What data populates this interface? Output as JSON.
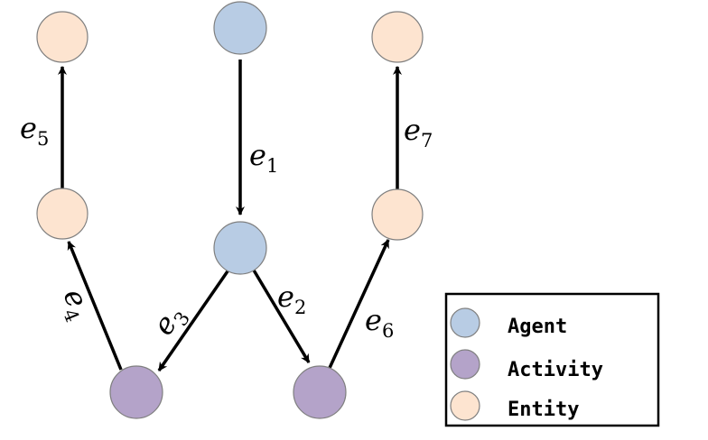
{
  "colors": {
    "agent": "#b8cce4",
    "activity": "#b4a3c9",
    "entity": "#fde4d0",
    "stroke": "#7f7f7f",
    "edge": "#000000"
  },
  "edges": [
    {
      "id": "e1",
      "base": "e",
      "sub": "1"
    },
    {
      "id": "e2",
      "base": "e",
      "sub": "2"
    },
    {
      "id": "e3",
      "base": "e",
      "sub": "3"
    },
    {
      "id": "e4",
      "base": "e",
      "sub": "4"
    },
    {
      "id": "e5",
      "base": "e",
      "sub": "5"
    },
    {
      "id": "e6",
      "base": "e",
      "sub": "6"
    },
    {
      "id": "e7",
      "base": "e",
      "sub": "7"
    }
  ],
  "legend": {
    "items": [
      {
        "kind": "agent",
        "label": "Agent"
      },
      {
        "kind": "activity",
        "label": "Activity"
      },
      {
        "kind": "entity",
        "label": "Entity"
      }
    ]
  }
}
